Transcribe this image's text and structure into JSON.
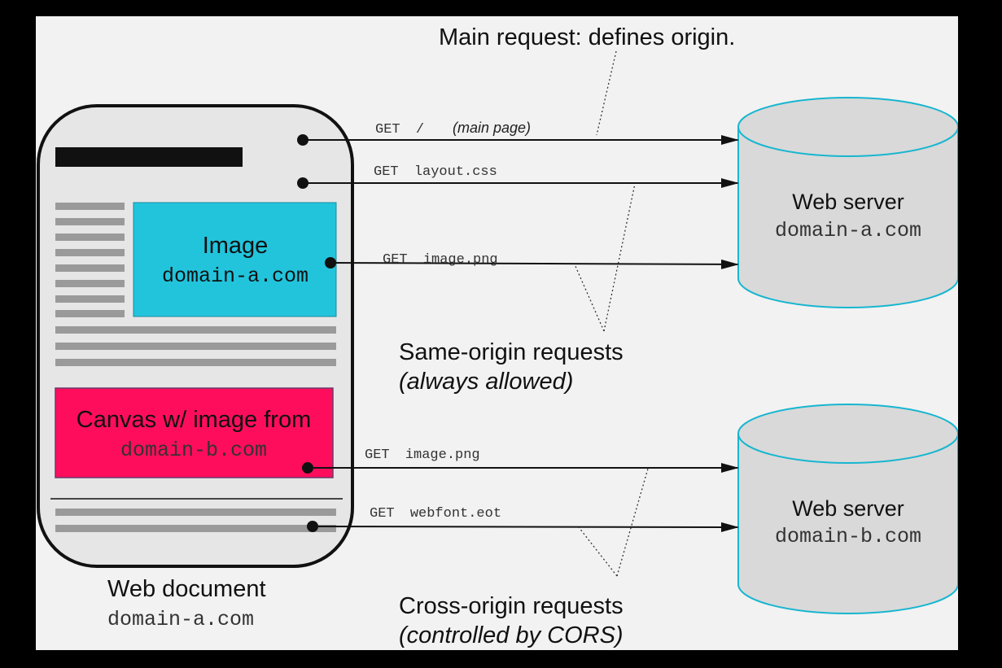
{
  "annotations": {
    "main_request": "Main request: defines origin.",
    "same_origin_title": "Same-origin requests",
    "same_origin_sub": "(always allowed)",
    "cross_origin_title": "Cross-origin requests",
    "cross_origin_sub": "(controlled by CORS)"
  },
  "document": {
    "label": "Web document",
    "domain": "domain-a.com",
    "image_box": {
      "title": "Image",
      "domain": "domain-a.com"
    },
    "canvas_box": {
      "title": "Canvas w/ image from",
      "domain": "domain-b.com"
    }
  },
  "requests": [
    {
      "method": "GET",
      "path": "/",
      "note": "(main page)"
    },
    {
      "method": "GET",
      "path": "layout.css",
      "note": ""
    },
    {
      "method": "GET",
      "path": "image.png",
      "note": ""
    },
    {
      "method": "GET",
      "path": "image.png",
      "note": ""
    },
    {
      "method": "GET",
      "path": "webfont.eot",
      "note": ""
    }
  ],
  "servers": [
    {
      "label": "Web server",
      "domain": "domain-a.com"
    },
    {
      "label": "Web server",
      "domain": "domain-b.com"
    }
  ],
  "colors": {
    "image_box": "#22c4dc",
    "canvas_box": "#ff0d5d",
    "server_fill": "#d9d9d9",
    "server_stroke": "#17b6d0",
    "doc_stroke": "#111111"
  }
}
